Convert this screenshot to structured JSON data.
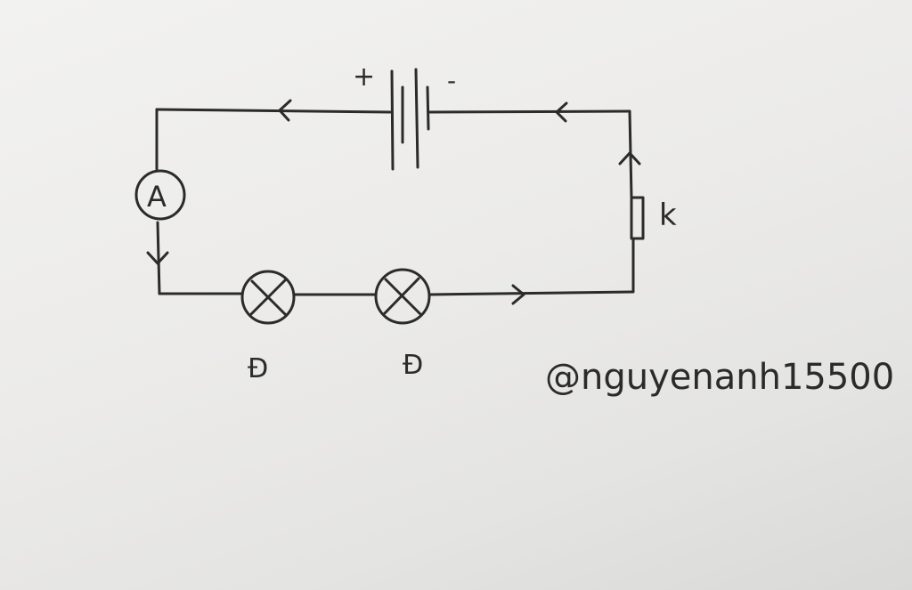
{
  "diagram": {
    "battery": {
      "plus_label": "+",
      "minus_label": "-"
    },
    "ammeter": {
      "label": "A"
    },
    "switch": {
      "label": "k"
    },
    "lamps": [
      {
        "label": "Đ"
      },
      {
        "label": "Đ"
      }
    ],
    "watermark": "@nguyenanh15500",
    "ink_color": "#2b2b2b",
    "paper_color": "#ecebea"
  }
}
